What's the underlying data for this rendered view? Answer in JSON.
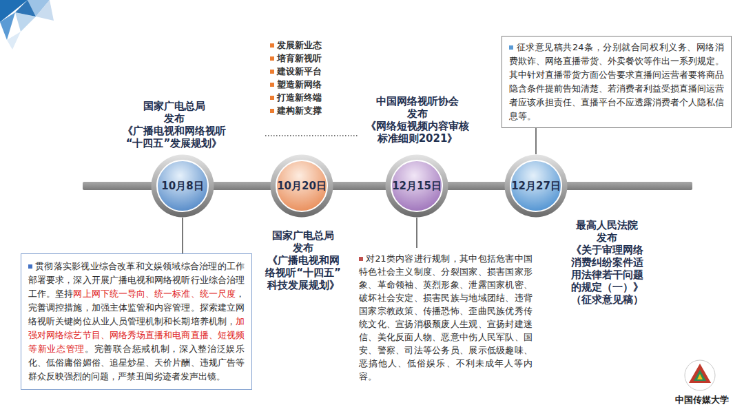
{
  "diagram": {
    "nodes": [
      {
        "text": [
          "国家广电总局 发布 《广播电视和网络视听 “十四五”发展规划》",
          "10月8日"
        ]
      },
      {
        "text": [
          "贯彻落实影视业综合改革和文娱领域综合治理的工作部署要求，深入开展广播电视和网络视听行业综合治理工作。坚持",
          "网上网下统一导向、统一标准、统一尺度",
          "，完善调控措施，加强主体监管和内容管理。探索建立网络视听关键岗位从业人员管理机制和长期培养机制，",
          "加强对网络综艺节目、网络秀场直播和电商直播、短视频等新业态管理",
          "。完善联合惩戒机制，深入整治泛娱乐化、低俗庸俗媚俗、追星炒星、天价片酬、违规广告等群众反映强烈的问题，严禁丑闻劣迹者发声出镜。"
        ]
      },
      {
        "text": [
          "10月20日",
          "国家广电总局 发布 《广播电视和网 络视听“十四五” 科技发展规划》"
        ]
      },
      {
        "text": [
          "中国网络视听协会 发布 《网络短视频内容审核 标准细则2021》",
          "12月15日"
        ]
      },
      {
        "text": [
          "对21类内容进行规制，其中包括危害中国特色社会主义制度、分裂国家、损害国家形象、革命领袖、英烈形象、泄露国家机密、破坏社会安定、损害民族与地域团结、违背国家宗教政策、传播恐怖、歪曲民族优秀传统文化、宣扬消极颓废人生观、宣扬封建迷信、美化反面人物、恶意中伤人民军队、国安、警察、司法等公务员、展示低级趣味、恶搞他人、低俗娱乐、不利未成年人等内容。"
        ]
      },
      {
        "text": [
          "征求意见稿共24条，分别就合同权利义务、网络消费欺诈、网络直播带货、外卖餐饮等作出一系列规定。其中针对直播带货方面公告要求直播间运营者要将商品隐含条件提前告知清楚、若消费者利益受损直播间运营者应该承担责任、直播平台不应透露消费者个人隐私信息等。"
        ]
      },
      {
        "text": [
          "12月27日",
          "最高人民法院 发布 《关于审理网络 消费纠纷案件适 用法律若干问题 的规定（一）》 （征求意见稿）"
        ]
      }
    ],
    "edges": [
      {
        "from": 0,
        "to": 1,
        "arrow": "none"
      },
      {
        "from": 3,
        "to": 4,
        "arrow": "none"
      },
      {
        "from": 6,
        "to": 5,
        "arrow": "none"
      }
    ],
    "labels": [
      "发展新业态",
      "培育新视听",
      "建设新平台",
      "塑造新网络",
      "打造新终端",
      "建构新支撑",
      "中国传媒大学"
    ]
  }
}
